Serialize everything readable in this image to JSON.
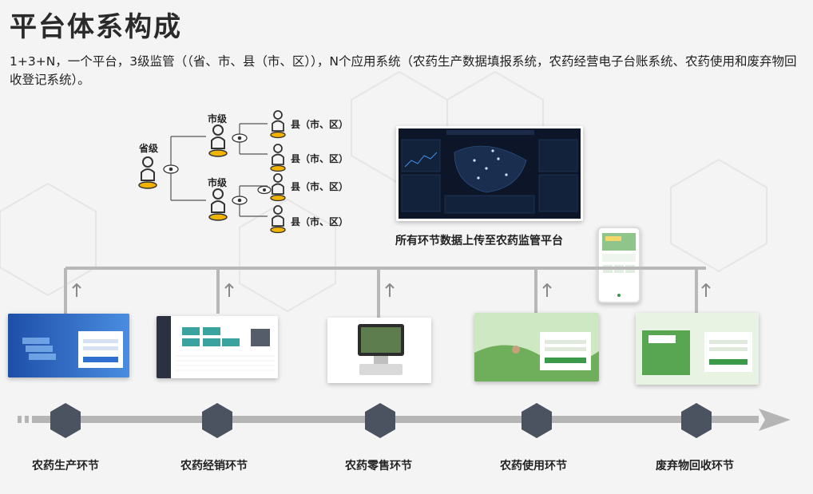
{
  "title": "平台体系构成",
  "description": "1+3+N，一个平台，3级监管（（省、市、县（市、区）），N个应用系统（农药生产数据填报系统，农药经营电子台账系统、农药使用和废弃物回收登记系统）。",
  "hierarchy": {
    "province": "省级",
    "city": "市级",
    "county": "县（市、区）"
  },
  "upload_label": "所有环节数据上传至农药监管平台",
  "stages": [
    {
      "label": "农药生产环节",
      "icon": "login-screen-blue"
    },
    {
      "label": "农药经销环节",
      "icon": "ledger-dashboard"
    },
    {
      "label": "农药零售环节",
      "icon": "pos-terminal"
    },
    {
      "label": "农药使用环节",
      "icon": "login-screen-farm"
    },
    {
      "label": "废弃物回收环节",
      "icon": "login-screen-recycle"
    }
  ],
  "colors": {
    "flow_line": "#b3b3b3",
    "hex_node": "#4b5260",
    "people_icon": "#333333",
    "dashboard_bg": "#0e1729",
    "accent_blue": "#2f6fd0",
    "accent_green": "#3a9a4a"
  }
}
